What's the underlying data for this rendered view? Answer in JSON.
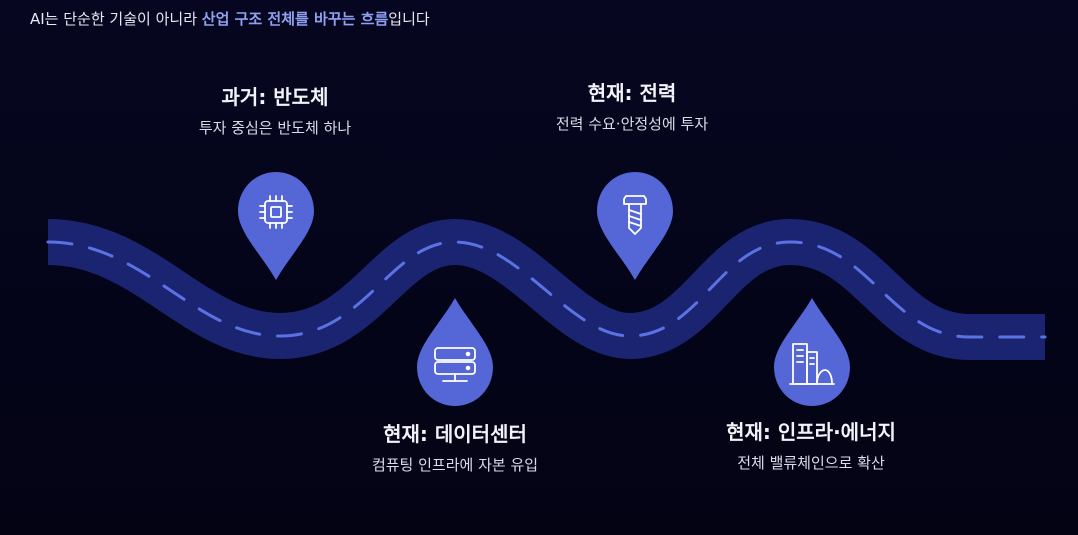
{
  "headline": {
    "prefix": "AI는 단순한 기술이 아니라 ",
    "highlight": "산업 구조 전체를 바꾸는 흐름",
    "suffix": "입니다"
  },
  "stages": [
    {
      "title": "과거: 반도체",
      "desc": "투자 중심은 반도체 하나",
      "icon": "chip-icon"
    },
    {
      "title": "현재: 데이터센터",
      "desc": "컴퓨팅 인프라에 자본 유입",
      "icon": "server-icon"
    },
    {
      "title": "현재: 전력",
      "desc": "전력 수요·안정성에 투자",
      "icon": "bolt-icon"
    },
    {
      "title": "현재: 인프라·에너지",
      "desc": "전체 밸류체인으로 확산",
      "icon": "building-icon"
    }
  ],
  "colors": {
    "background": "#04041a",
    "road": "#1b2470",
    "road_dash": "#5a72e4",
    "pin": "#5566d6",
    "highlight": "#8fa2f2"
  }
}
